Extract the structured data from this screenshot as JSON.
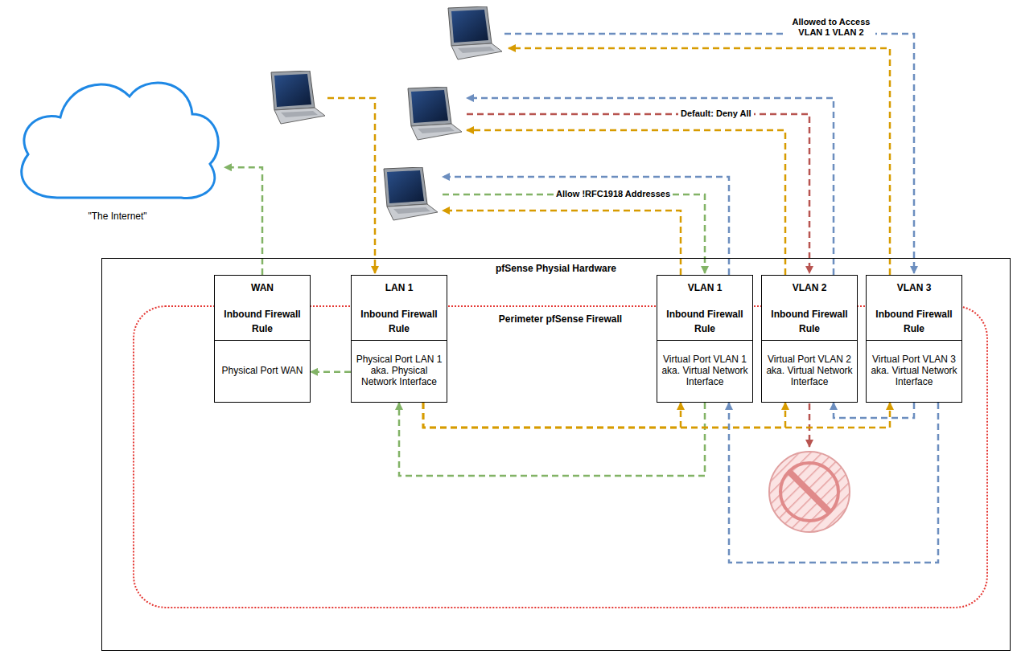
{
  "diagram": {
    "nodes": [
      {
        "text": [
          "\"The Internet\""
        ]
      },
      {
        "text": [
          "pfSense Physial Hardware"
        ]
      },
      {
        "text": [
          "Perimeter pfSense Firewall"
        ],
        "in": 1
      },
      {
        "text": [
          "WAN",
          "Inbound Firewall Rule",
          "Physical Port WAN"
        ],
        "in": 1
      },
      {
        "text": [
          "LAN 1",
          "Inbound Firewall Rule",
          "Physical Port LAN 1 aka. Physical Network Interface"
        ],
        "in": 1
      },
      {
        "text": [
          "VLAN 1",
          "Inbound Firewall Rule",
          "Virtual Port VLAN 1 aka. Virtual Network Interface"
        ],
        "in": 1
      },
      {
        "text": [
          "VLAN 2",
          "Inbound Firewall Rule",
          "Virtual Port VLAN 2 aka. Virtual Network Interface"
        ],
        "in": 1
      },
      {
        "text": [
          "VLAN 3",
          "Inbound Firewall Rule",
          "Virtual Port VLAN 3 aka. Virtual Network Interface"
        ],
        "in": 1
      }
    ],
    "edges": [
      {
        "from": 3,
        "to": 0,
        "arrow": "to"
      },
      {
        "from": 4,
        "to": 3,
        "arrow": "to"
      },
      {
        "from": 5,
        "to": 4,
        "arrow": "to"
      },
      {
        "from": 4,
        "to": 5,
        "arrow": "to"
      },
      {
        "from": 4,
        "to": 6,
        "arrow": "to"
      },
      {
        "from": 4,
        "to": 7,
        "arrow": "to"
      },
      {
        "from": 7,
        "to": 6,
        "arrow": "to"
      },
      {
        "from": 7,
        "to": 5,
        "arrow": "to"
      }
    ],
    "labels": [
      "Allowed to Access VLAN 1 VLAN 2",
      "Default: Deny All",
      "Allow !RFC1918 Addresses"
    ]
  }
}
